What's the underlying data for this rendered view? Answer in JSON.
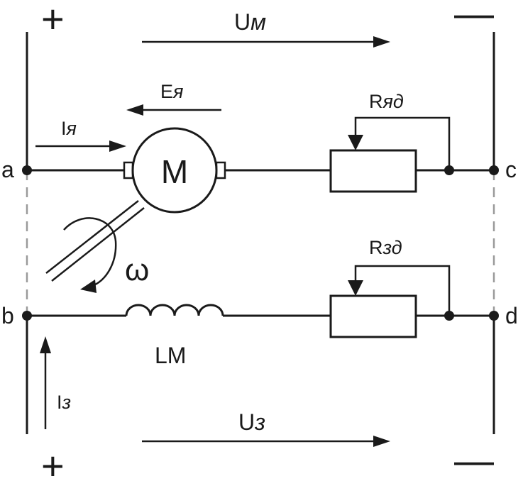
{
  "terminals": {
    "a": "a",
    "b": "b",
    "c": "c",
    "d": "d"
  },
  "polarity": {
    "top_left": "+",
    "top_right": "—",
    "bottom_left": "+",
    "bottom_right": "—"
  },
  "labels": {
    "u_m_main": "U",
    "u_m_sub": "м",
    "u_z_main": "U",
    "u_z_sub": "з",
    "e_ya_main": "E",
    "e_ya_sub": "я",
    "i_ya_main": "I",
    "i_ya_sub": "я",
    "i_z_main": "I",
    "i_z_sub": "з",
    "r_yad_main": "R",
    "r_yad_sub": "яд",
    "r_zd_main": "R",
    "r_zd_sub": "зд",
    "motor": "M",
    "omega": "ω",
    "lm": "LM"
  }
}
